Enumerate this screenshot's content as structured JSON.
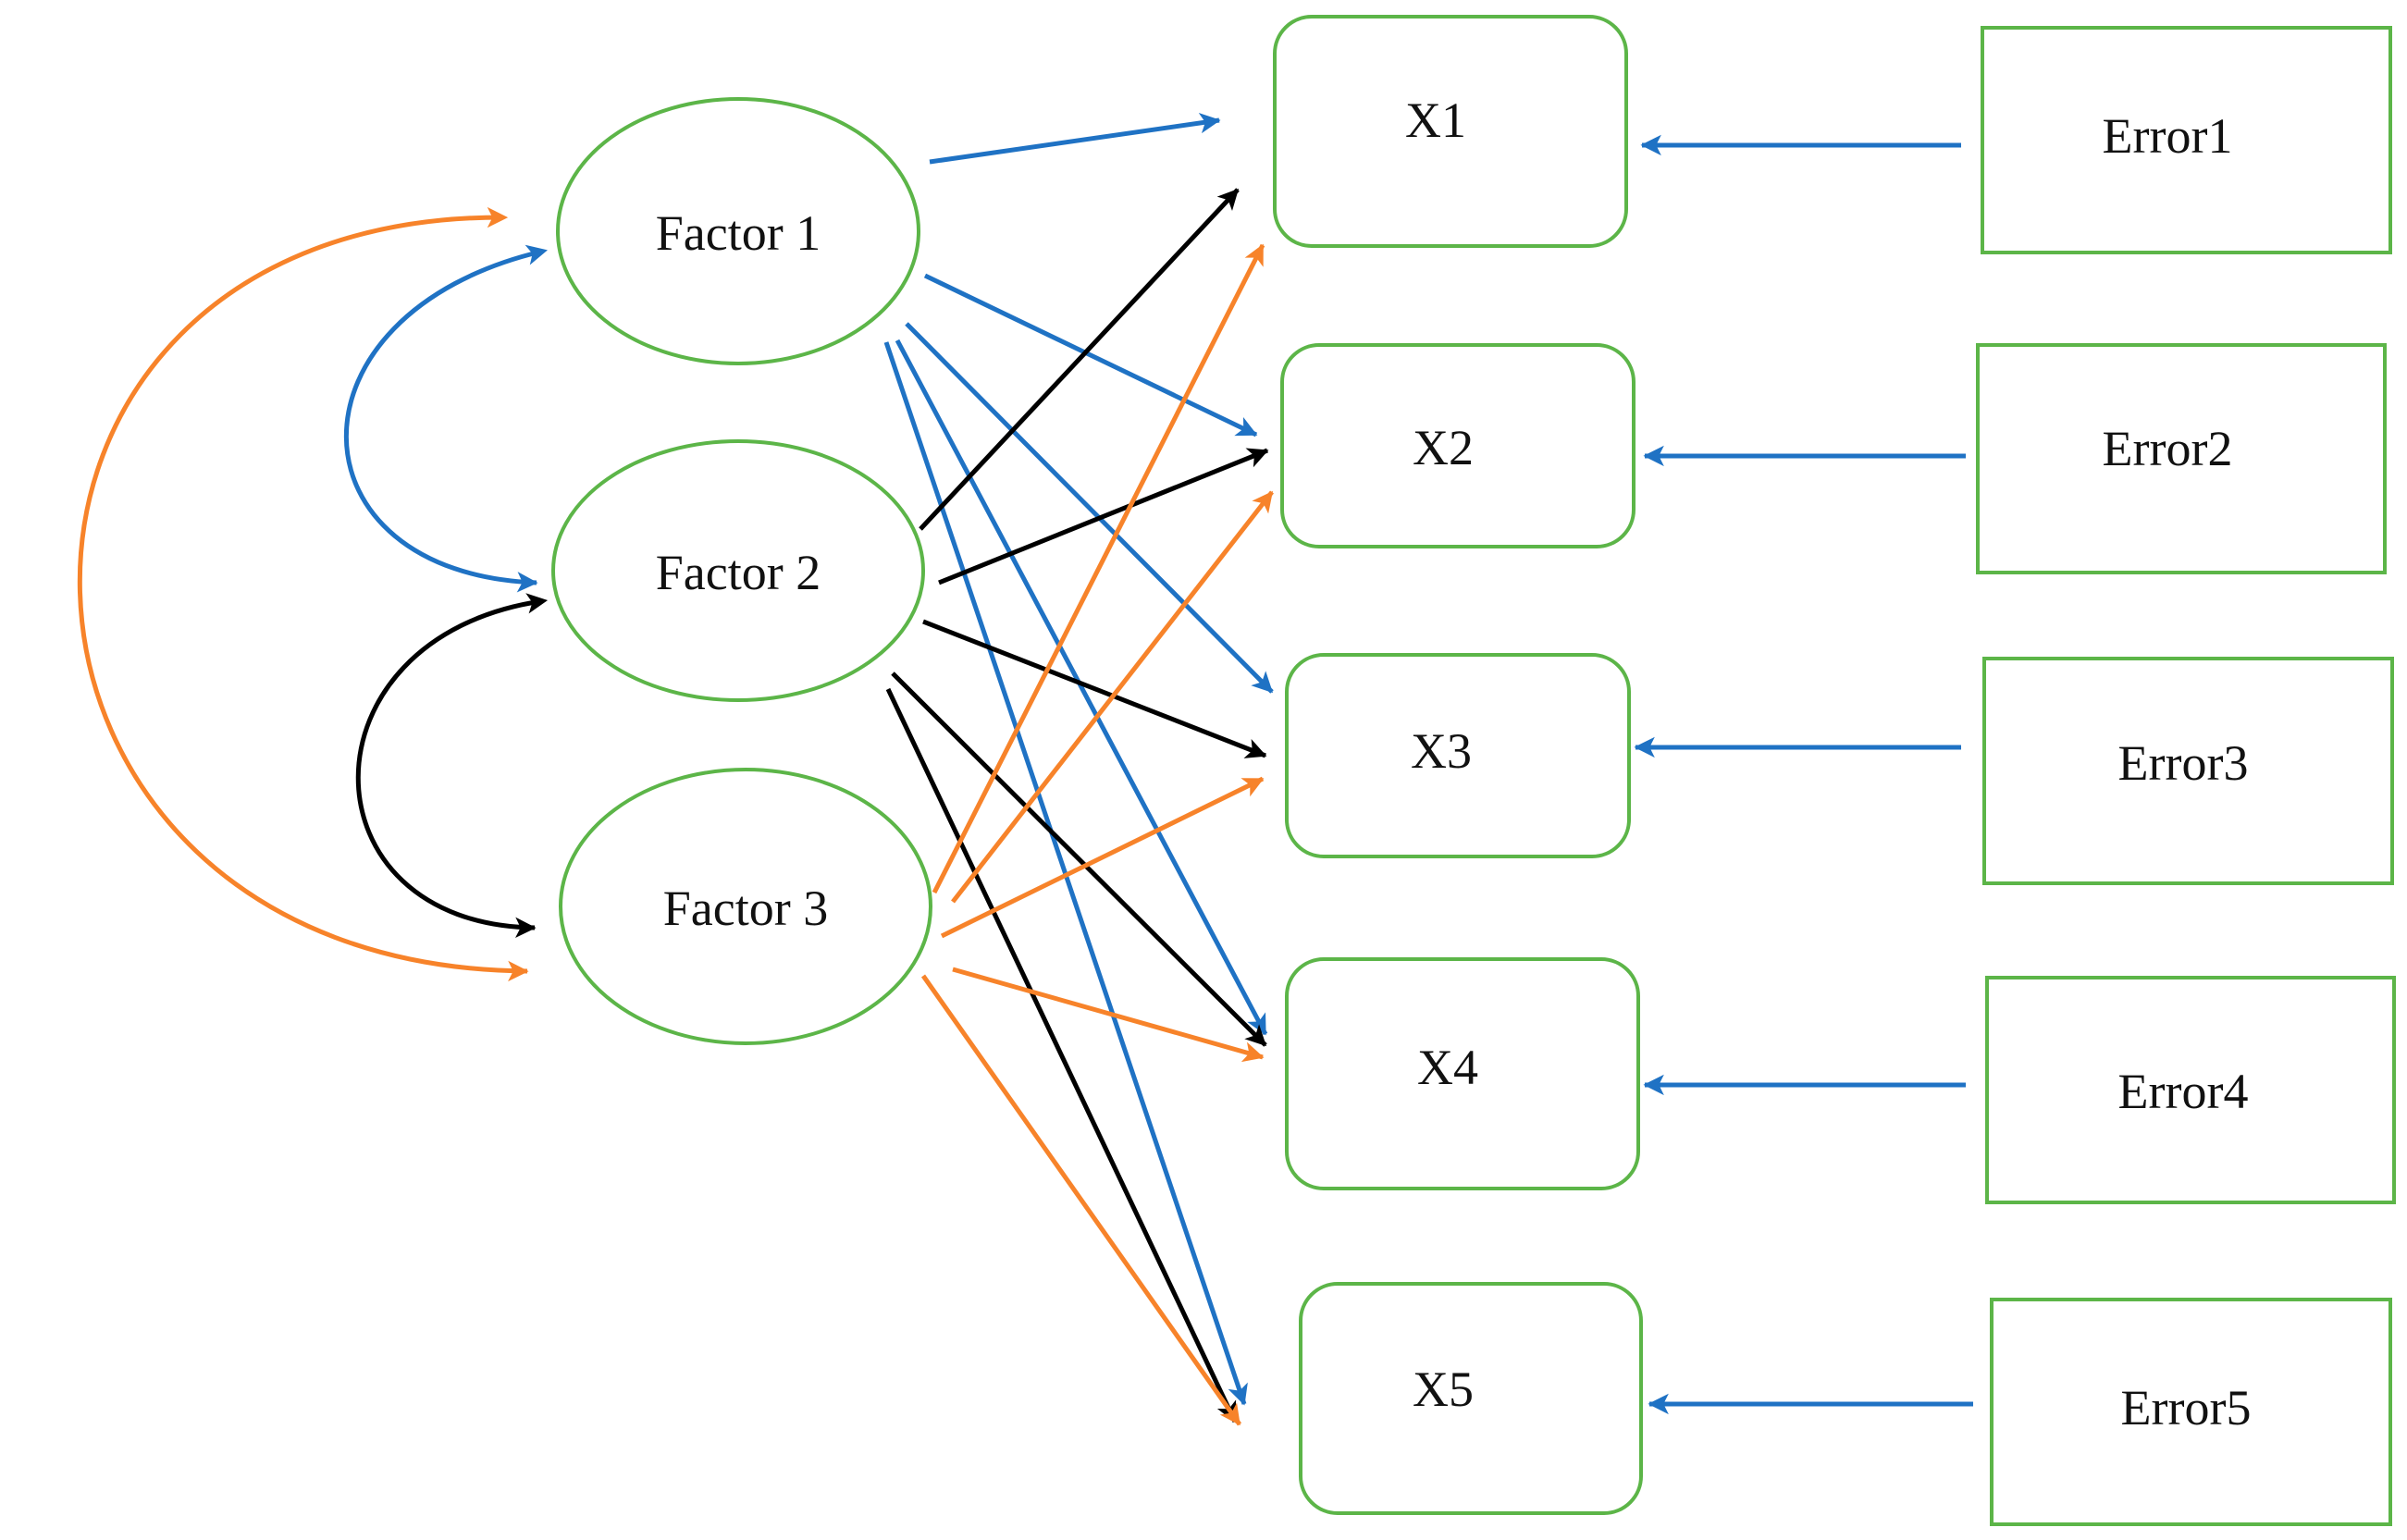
{
  "colors": {
    "node_border": "#5cb548",
    "blue": "#1f72c4",
    "black": "#000000",
    "orange": "#f7832a"
  },
  "factors": [
    {
      "id": "f1",
      "label": "Factor 1"
    },
    {
      "id": "f2",
      "label": "Factor 2"
    },
    {
      "id": "f3",
      "label": "Factor 3"
    }
  ],
  "indicators": [
    {
      "id": "x1",
      "label": "X1"
    },
    {
      "id": "x2",
      "label": "X2"
    },
    {
      "id": "x3",
      "label": "X3"
    },
    {
      "id": "x4",
      "label": "X4"
    },
    {
      "id": "x5",
      "label": "X5"
    }
  ],
  "errors": [
    {
      "id": "e1",
      "label": "Error1",
      "target": "x1"
    },
    {
      "id": "e2",
      "label": "Error2",
      "target": "x2"
    },
    {
      "id": "e3",
      "label": "Error3",
      "target": "x3"
    },
    {
      "id": "e4",
      "label": "Error4",
      "target": "x4"
    },
    {
      "id": "e5",
      "label": "Error5",
      "target": "x5"
    }
  ],
  "loadings": [
    {
      "from": "f1",
      "to": "x1",
      "color": "blue"
    },
    {
      "from": "f1",
      "to": "x2",
      "color": "blue"
    },
    {
      "from": "f1",
      "to": "x3",
      "color": "blue"
    },
    {
      "from": "f1",
      "to": "x4",
      "color": "blue"
    },
    {
      "from": "f1",
      "to": "x5",
      "color": "blue"
    },
    {
      "from": "f2",
      "to": "x1",
      "color": "black"
    },
    {
      "from": "f2",
      "to": "x2",
      "color": "black"
    },
    {
      "from": "f2",
      "to": "x3",
      "color": "black"
    },
    {
      "from": "f2",
      "to": "x4",
      "color": "black"
    },
    {
      "from": "f2",
      "to": "x5",
      "color": "black"
    },
    {
      "from": "f3",
      "to": "x1",
      "color": "orange"
    },
    {
      "from": "f3",
      "to": "x2",
      "color": "orange"
    },
    {
      "from": "f3",
      "to": "x3",
      "color": "orange"
    },
    {
      "from": "f3",
      "to": "x4",
      "color": "orange"
    },
    {
      "from": "f3",
      "to": "x5",
      "color": "orange"
    }
  ],
  "covariances": [
    {
      "a": "f1",
      "b": "f2",
      "color": "blue"
    },
    {
      "a": "f2",
      "b": "f3",
      "color": "black"
    },
    {
      "a": "f1",
      "b": "f3",
      "color": "orange"
    }
  ]
}
